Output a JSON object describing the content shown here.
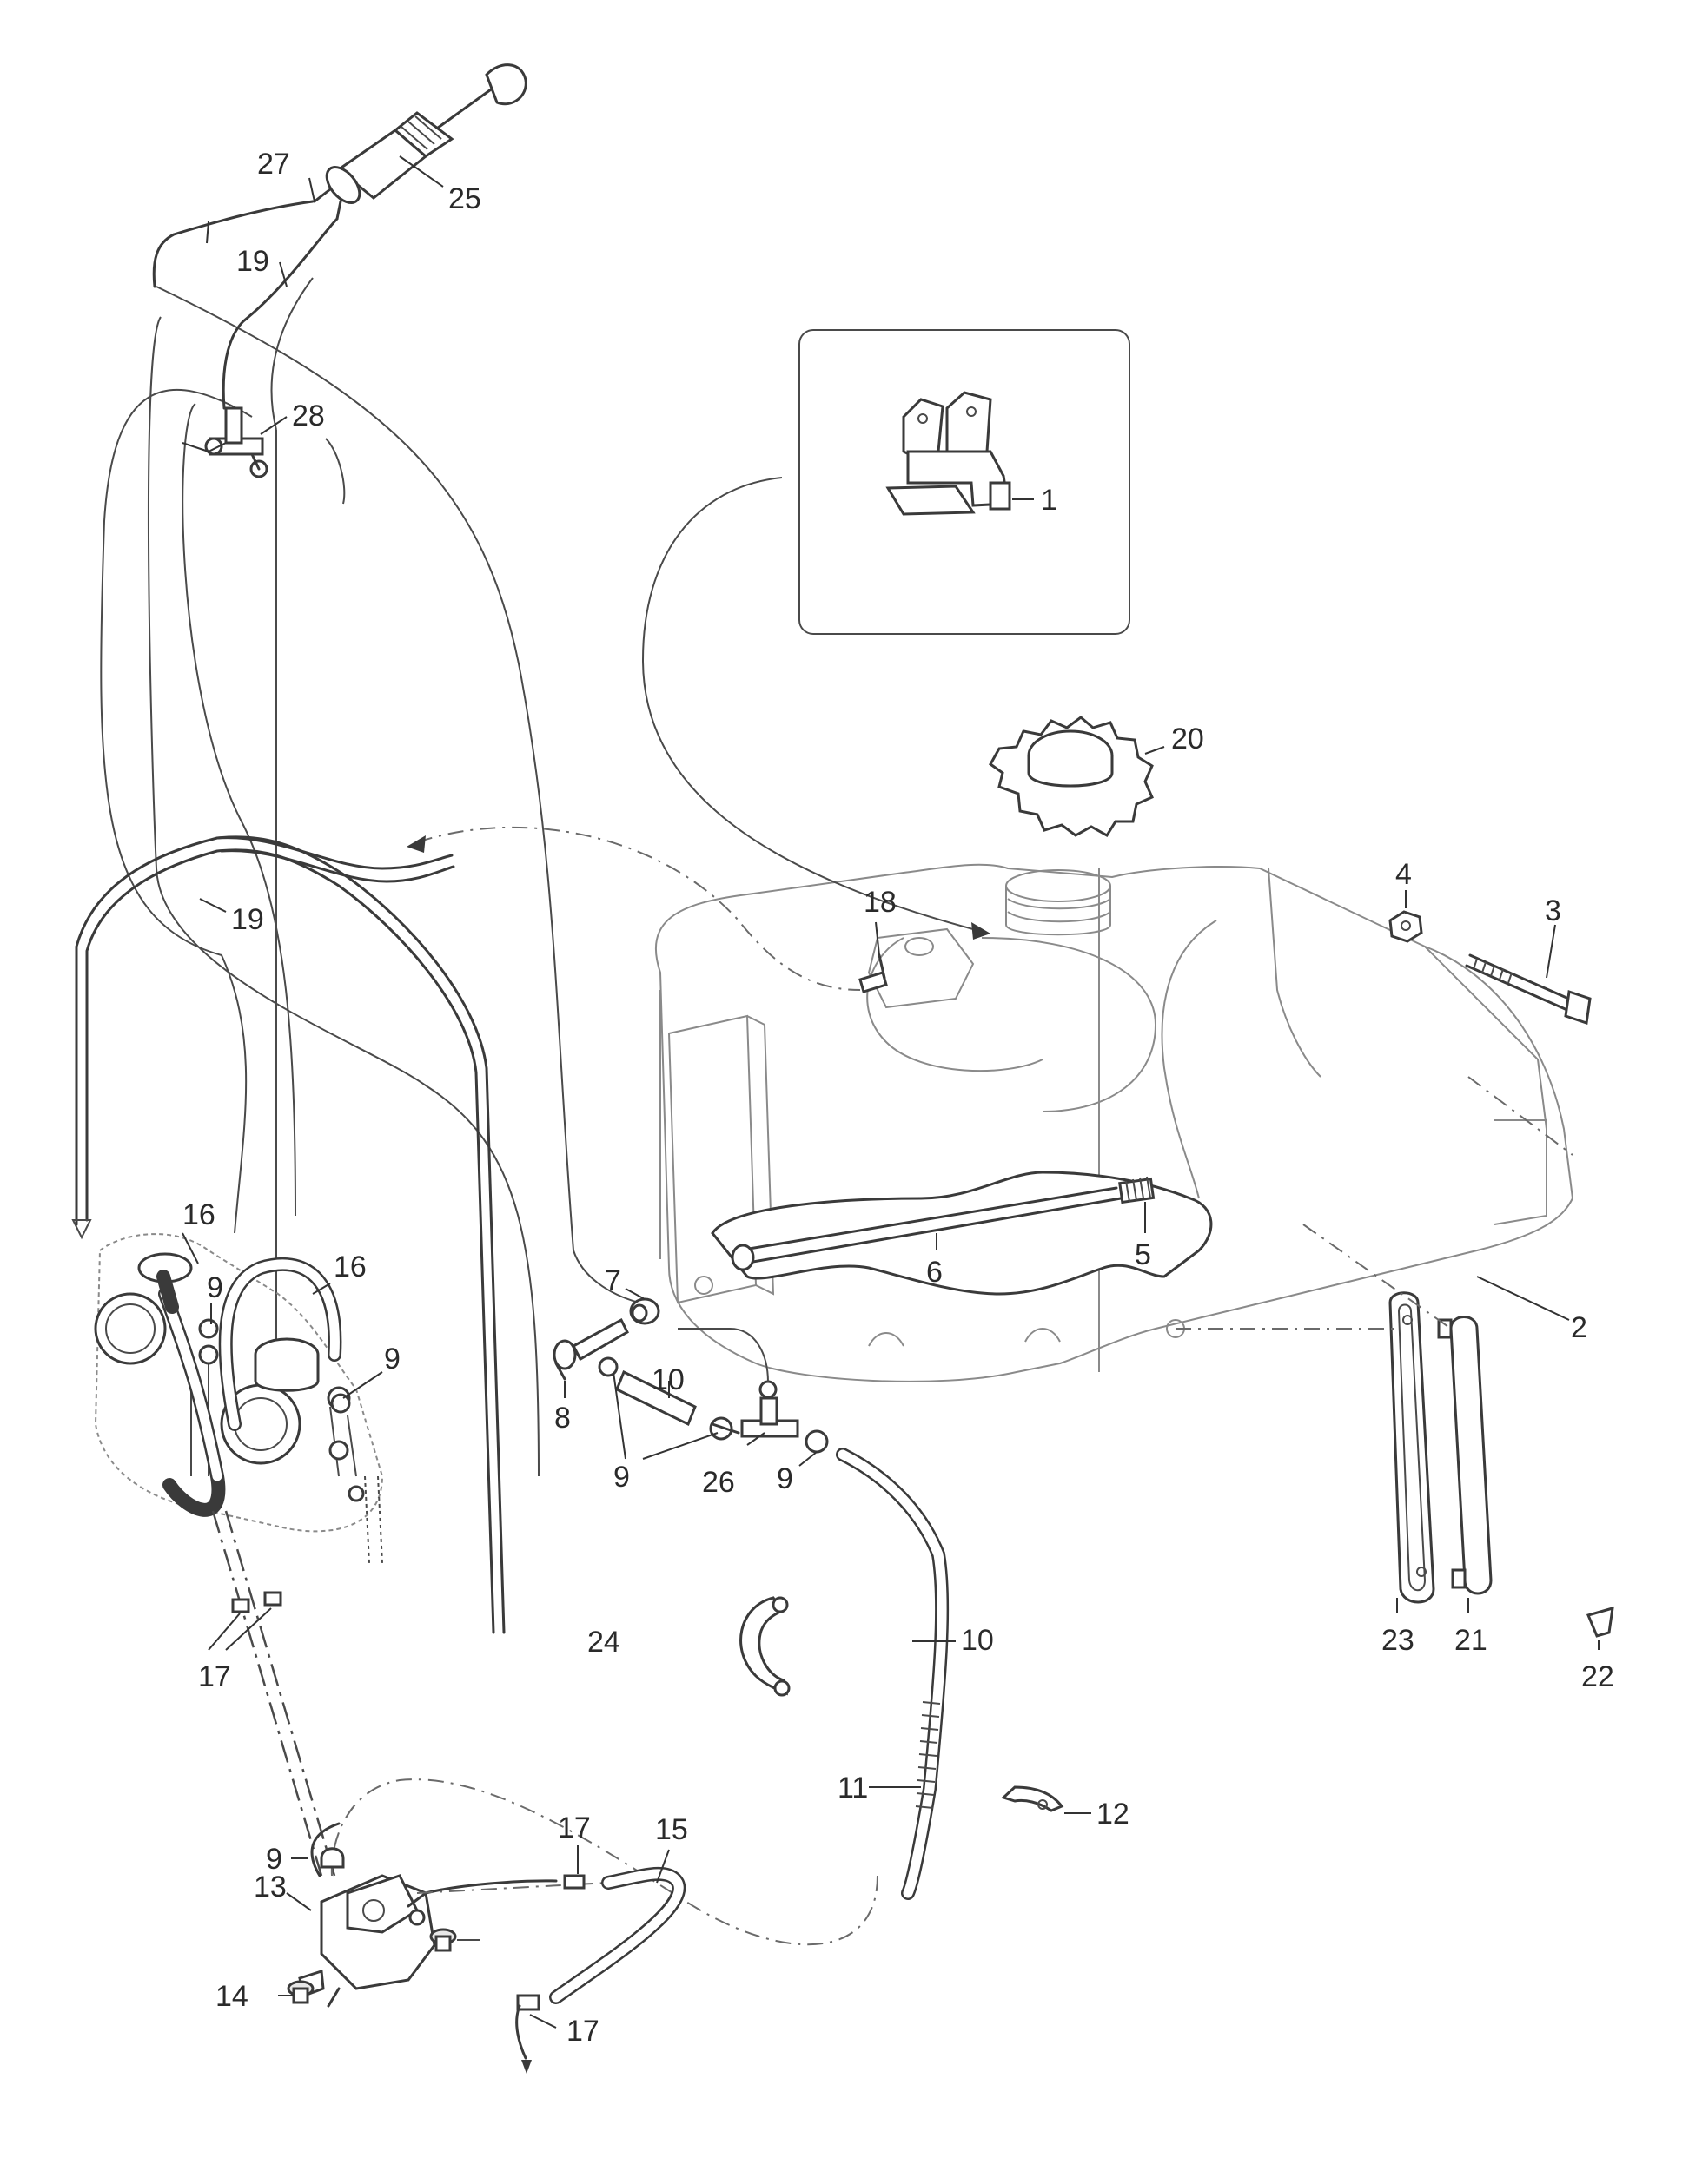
{
  "callouts": [
    "1",
    "2",
    "3",
    "4",
    "5",
    "6",
    "7",
    "8",
    "9",
    "10",
    "11",
    "12",
    "13",
    "14",
    "15",
    "16",
    "17",
    "18",
    "19",
    "20",
    "21",
    "22",
    "23",
    "24",
    "25",
    "26",
    "27",
    "28"
  ],
  "colors": {
    "line": "#3a3a3a",
    "faint": "#8a8a8a",
    "background": "#ffffff",
    "label": "#2a2a2a"
  }
}
